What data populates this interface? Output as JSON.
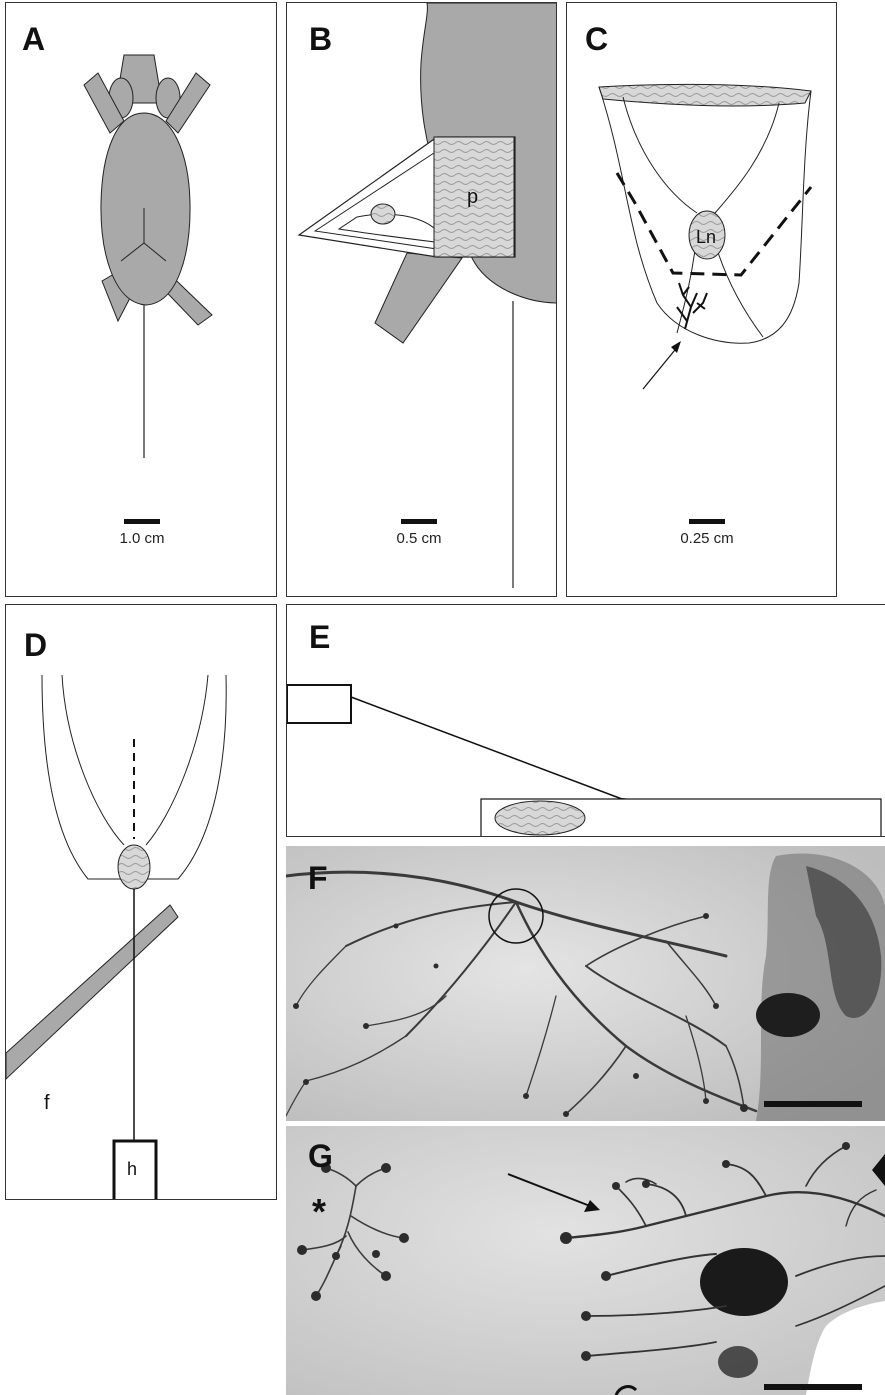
{
  "panels": {
    "a": {
      "label": "A",
      "scale": "1.0 cm"
    },
    "b": {
      "label": "B",
      "scale": "0.5 cm",
      "region_label": "p"
    },
    "c": {
      "label": "C",
      "scale": "0.25 cm",
      "node_label": "Ln"
    },
    "d": {
      "label": "D",
      "forceps_label": "f",
      "holder_label": "h"
    },
    "e": {
      "label": "E"
    },
    "f": {
      "label": "F"
    },
    "g": {
      "label": "G",
      "asterisk": "*"
    }
  },
  "colors": {
    "body_fill": "#a9a9a9",
    "border": "#333333",
    "hatch_fill": "#d8d8d8",
    "photo_bg": "#d9d9d9"
  }
}
